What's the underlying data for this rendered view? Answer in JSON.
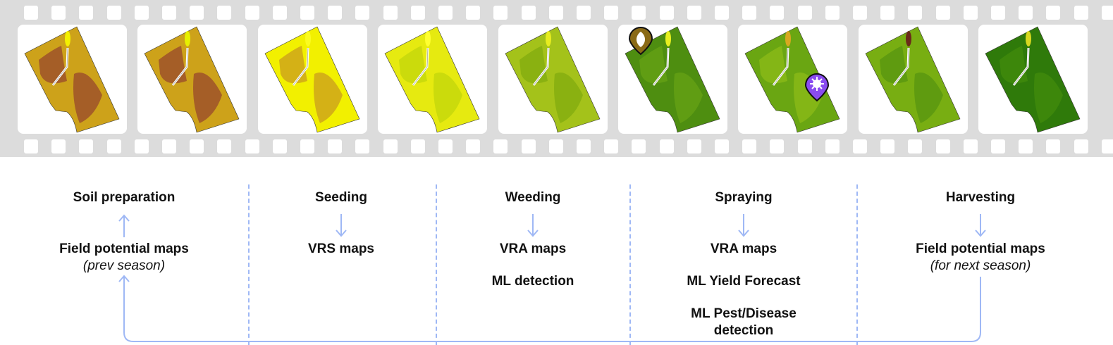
{
  "frames": [
    {
      "base": "#cda21a",
      "patch": "#9e522a",
      "accent": "#f3f000"
    },
    {
      "base": "#cda21a",
      "patch": "#9e522a",
      "accent": "#e6f000"
    },
    {
      "base": "#f2f000",
      "patch": "#cfa61a",
      "accent": "#fbfb20"
    },
    {
      "base": "#e6ea10",
      "patch": "#c6d80c",
      "accent": "#ffff30"
    },
    {
      "base": "#a4c21a",
      "patch": "#86ae10",
      "accent": "#e7ec20"
    },
    {
      "base": "#4e8e10",
      "patch": "#64a014",
      "accent": "#e8ef20",
      "marker": "leaf-marker"
    },
    {
      "base": "#6aa612",
      "patch": "#88b818",
      "accent": "#d8a820",
      "marker": "pest-marker"
    },
    {
      "base": "#78ae12",
      "patch": "#5a9810",
      "accent": "#6a2a1a"
    },
    {
      "base": "#2f7a0a",
      "patch": "#3f8a0c",
      "accent": "#d8d820"
    }
  ],
  "marker_colors": {
    "leaf": "#8a6a16",
    "pest": "#8a4cf0"
  },
  "stages": [
    {
      "label": "Soil preparation",
      "color": "#f9ae55",
      "lines": [
        "Field potential maps"
      ],
      "note": "(prev season)",
      "arrow": "up"
    },
    {
      "label": "Seeding",
      "color": "#fde084",
      "lines": [
        "VRS maps"
      ],
      "arrow": "down"
    },
    {
      "label": "Weeding",
      "color": "#c5df4a",
      "lines": [
        "VRA maps",
        "ML detection"
      ],
      "arrow": "down"
    },
    {
      "label": "Spraying",
      "color": "#a9df54",
      "lines": [
        "VRA maps",
        "ML Yield Forecast",
        "ML Pest/Disease",
        "detection"
      ],
      "arrow": "down"
    },
    {
      "label": "Harvesting",
      "color": "#8dc97a",
      "lines": [
        "Field potential maps"
      ],
      "note": "(for next season)",
      "arrow": "down"
    }
  ],
  "arrow_color": "#9fb8f5"
}
